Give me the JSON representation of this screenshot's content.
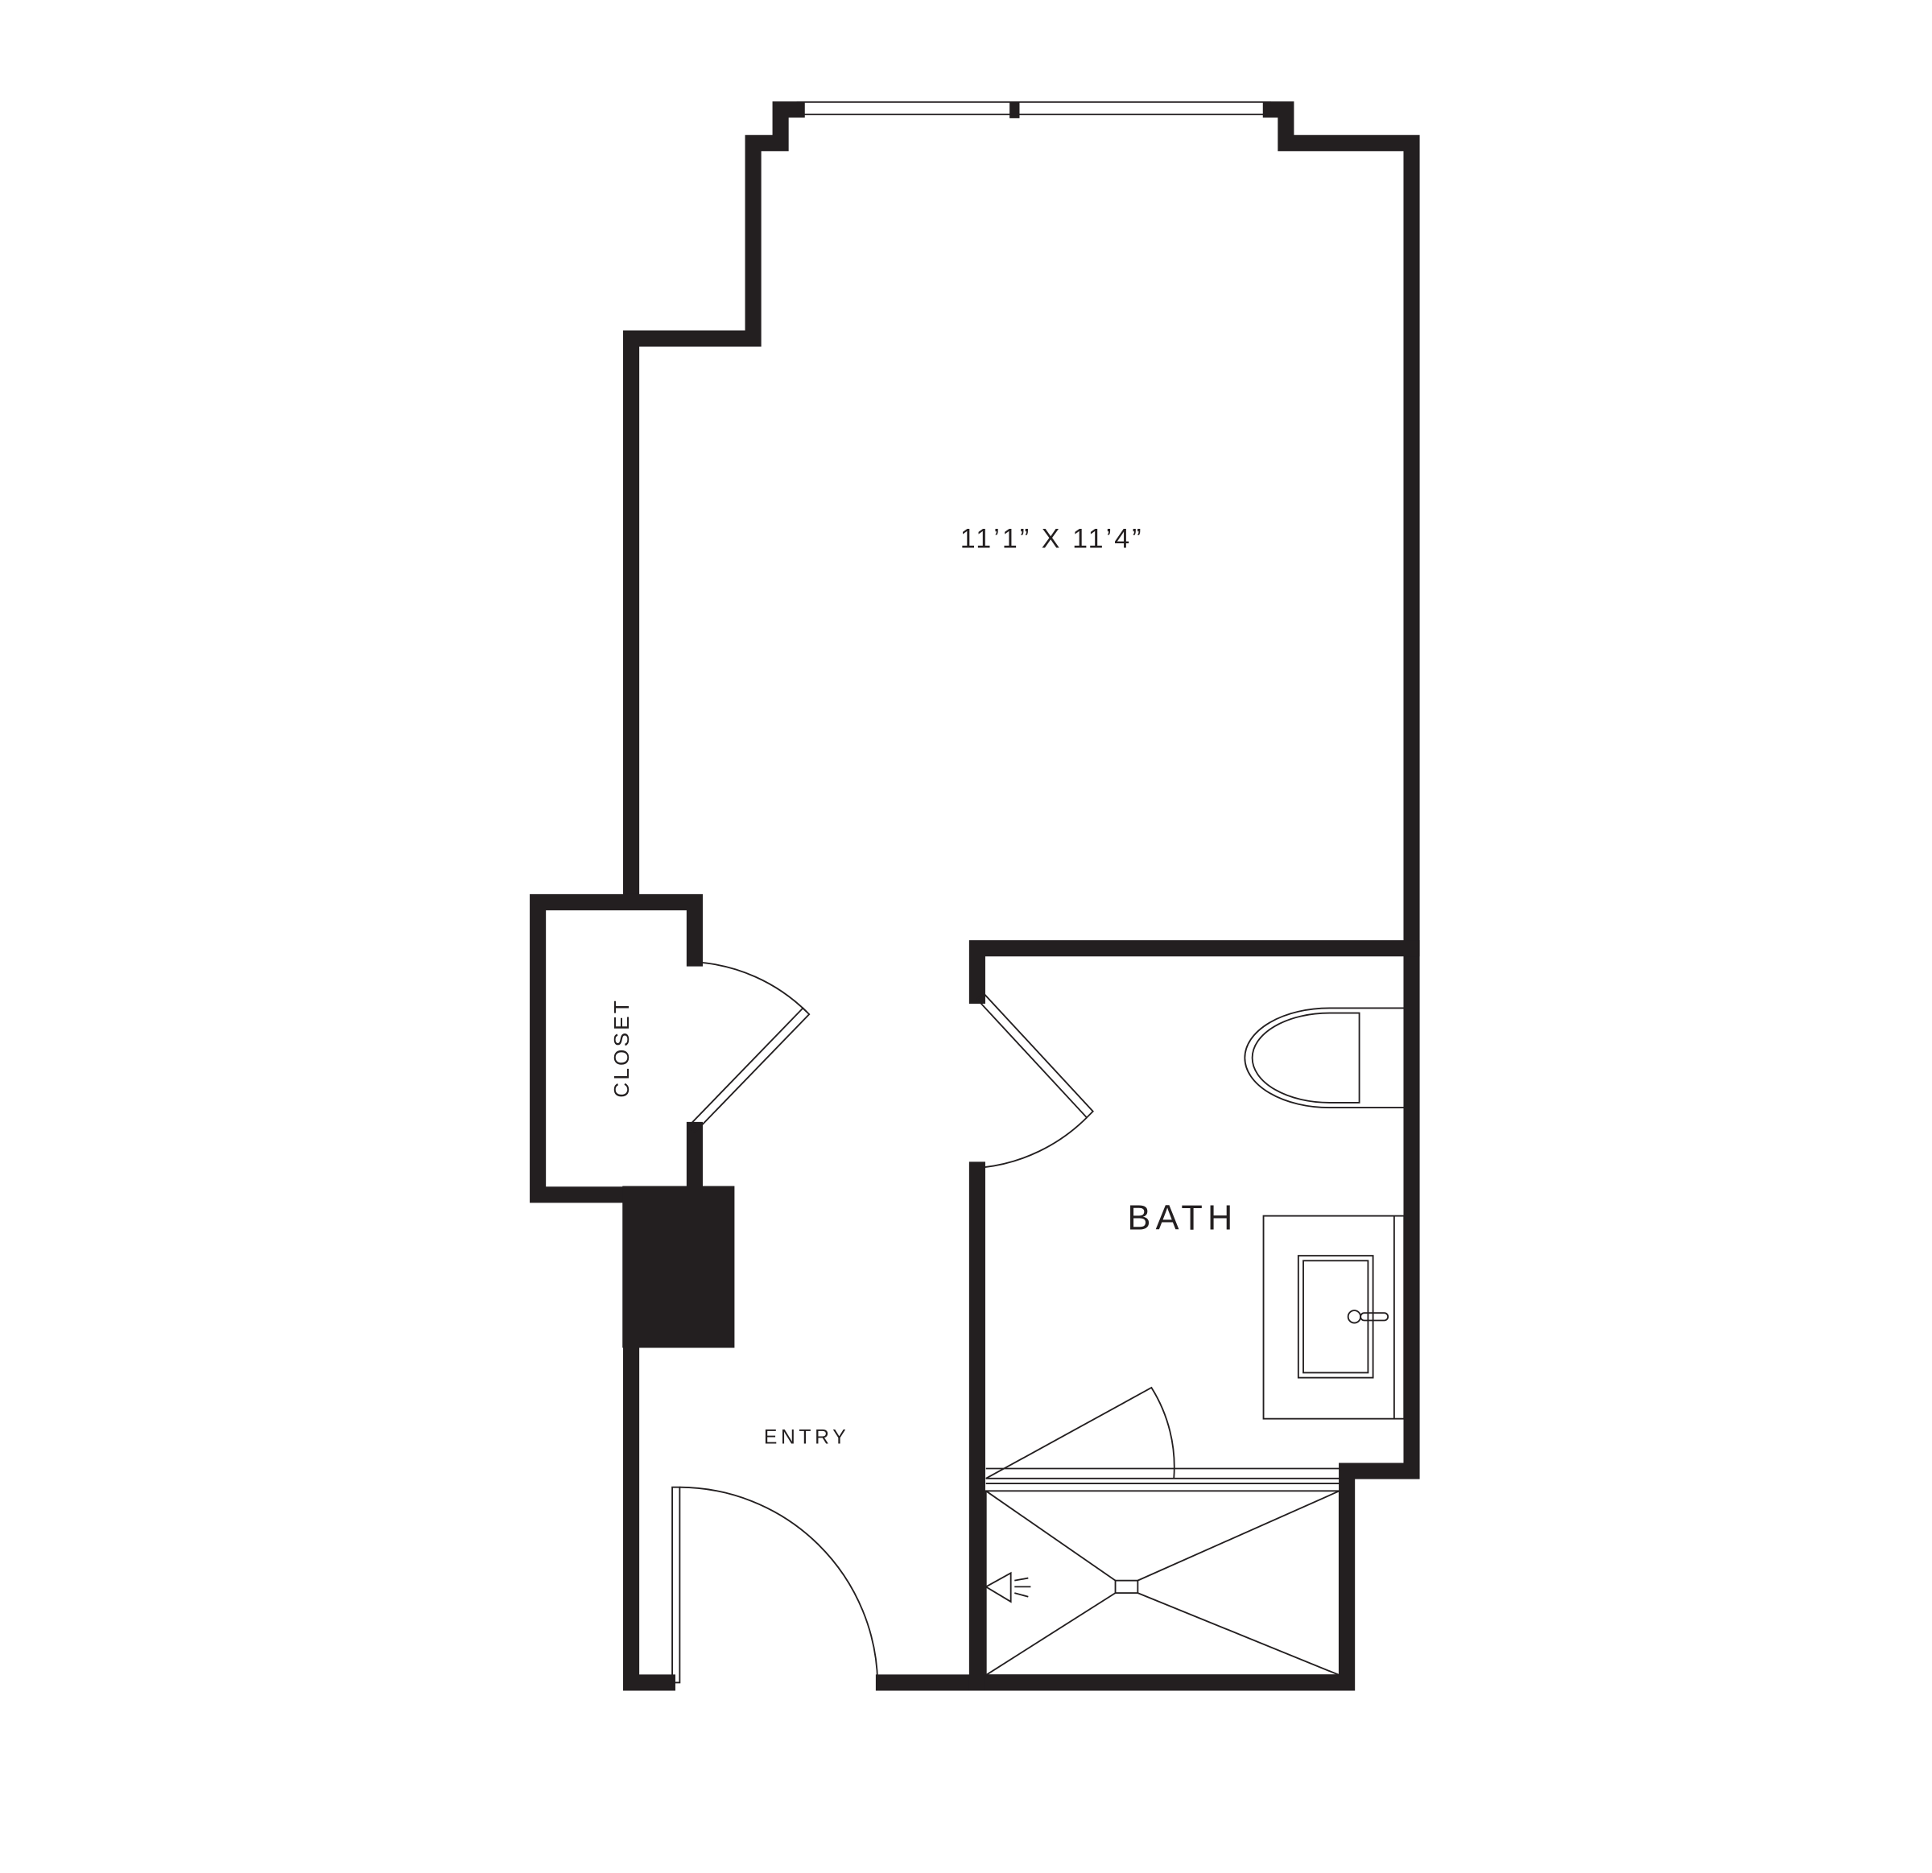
{
  "floorplan": {
    "rooms": {
      "main_dimensions": "11’1” X 11’4”",
      "closet": "CLOSET",
      "bath": "BATH",
      "entry": "ENTRY"
    },
    "colors": {
      "wall": "#231f20",
      "background": "#ffffff"
    }
  }
}
